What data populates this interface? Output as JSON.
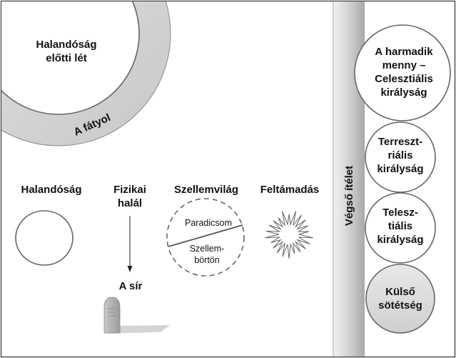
{
  "premortal": {
    "line1": "Halandóság",
    "line2": "előtti lét"
  },
  "veil": {
    "label": "A fátyol"
  },
  "stages": {
    "mortality": "Halandóság",
    "death_line1": "Fizikai",
    "death_line2": "halál",
    "spirit_world": "Szellemvilág",
    "resurrection": "Feltámadás"
  },
  "spirit_world": {
    "paradise": "Paradicsom",
    "prison_line1": "Szellem-",
    "prison_line2": "börtön"
  },
  "grave": {
    "label": "A sír"
  },
  "judgment": {
    "label": "Végső ítélet"
  },
  "kingdoms": {
    "celestial": {
      "line1": "A harmadik",
      "line2": "menny –",
      "line3": "Celesztiális",
      "line4": "királyság"
    },
    "terrestrial": {
      "line1": "Terreszt-",
      "line2": "riális",
      "line3": "királyság"
    },
    "telestial": {
      "line1": "Telesz-",
      "line2": "tiális",
      "line3": "királyság"
    },
    "outer_darkness": {
      "line1": "Külső",
      "line2": "sötétség"
    }
  },
  "colors": {
    "veil_band": "#d8d8d8",
    "judgment_band": "#d0d0d0",
    "outline": "#555555",
    "outer_darkness_fill": "#dcdcdc"
  }
}
